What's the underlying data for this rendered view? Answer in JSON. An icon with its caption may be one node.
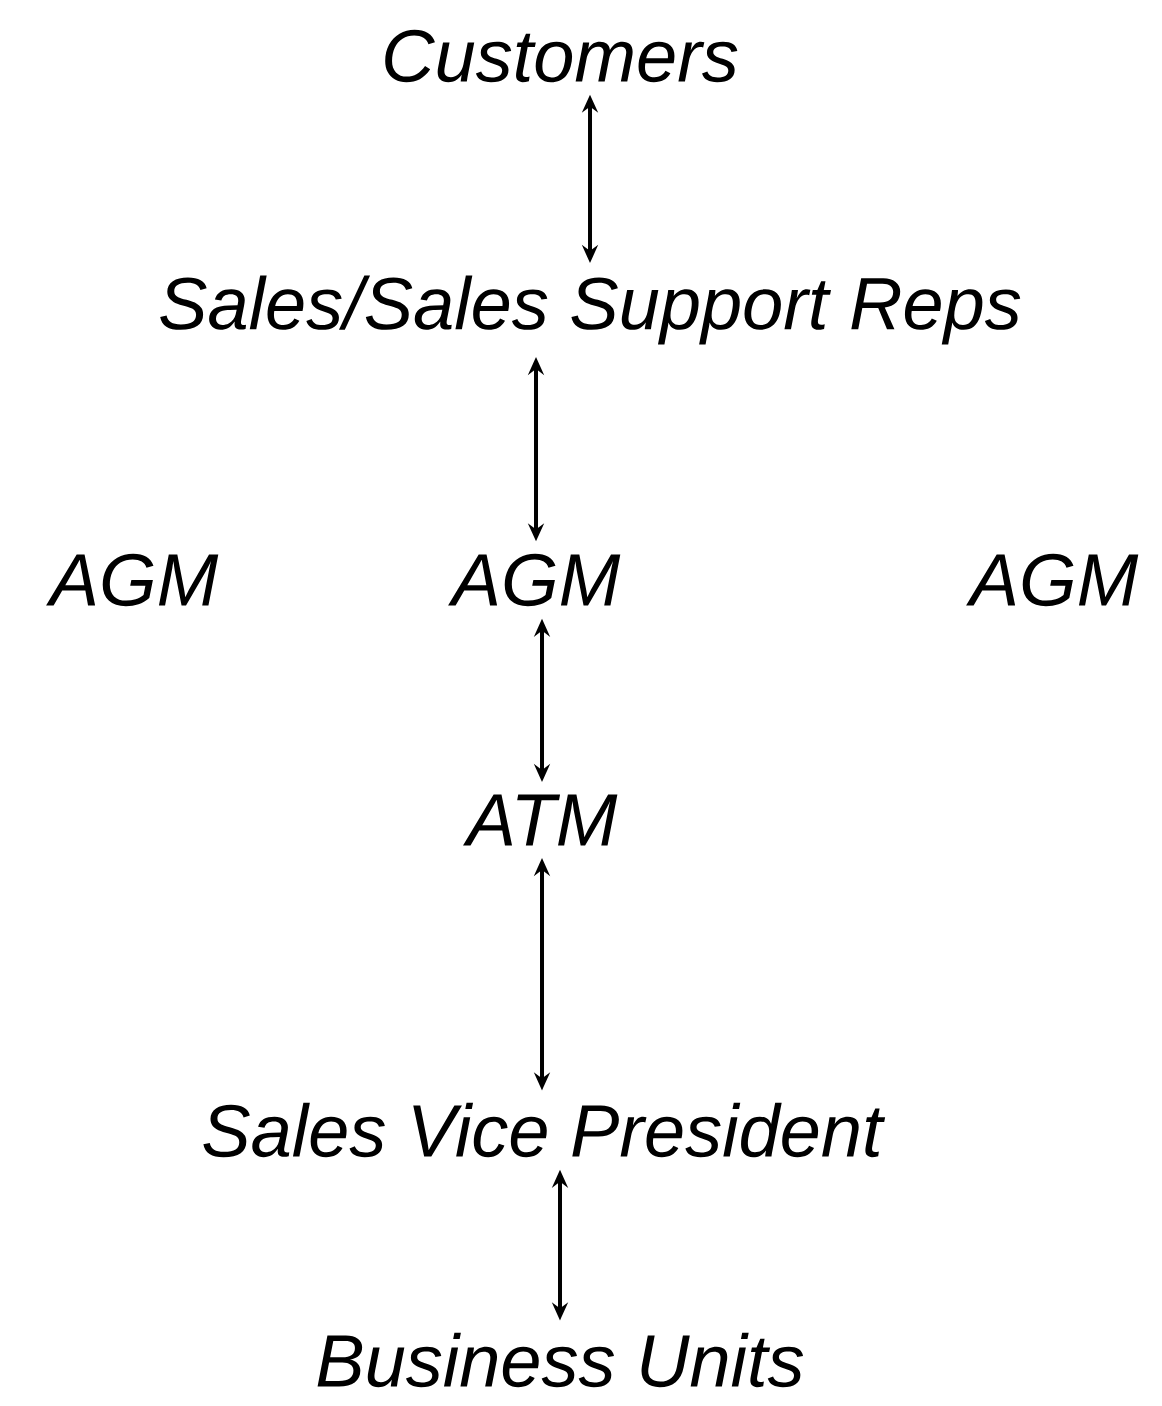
{
  "diagram": {
    "nodes": [
      {
        "text": [
          "Customers"
        ]
      },
      {
        "text": [
          "Sales/Sales Support Reps"
        ]
      },
      {
        "text": [
          "AGM"
        ]
      },
      {
        "text": [
          "AGM"
        ]
      },
      {
        "text": [
          "AGM"
        ]
      },
      {
        "text": [
          "ATM"
        ]
      },
      {
        "text": [
          "Sales Vice President"
        ]
      },
      {
        "text": [
          "Business Units"
        ]
      }
    ],
    "edges": [
      {
        "from": 0,
        "to": 1,
        "arrow": "both"
      },
      {
        "from": 1,
        "to": 3,
        "arrow": "both"
      },
      {
        "from": 3,
        "to": 5,
        "arrow": "both"
      },
      {
        "from": 5,
        "to": 6,
        "arrow": "both"
      },
      {
        "from": 6,
        "to": 7,
        "arrow": "both"
      }
    ]
  }
}
